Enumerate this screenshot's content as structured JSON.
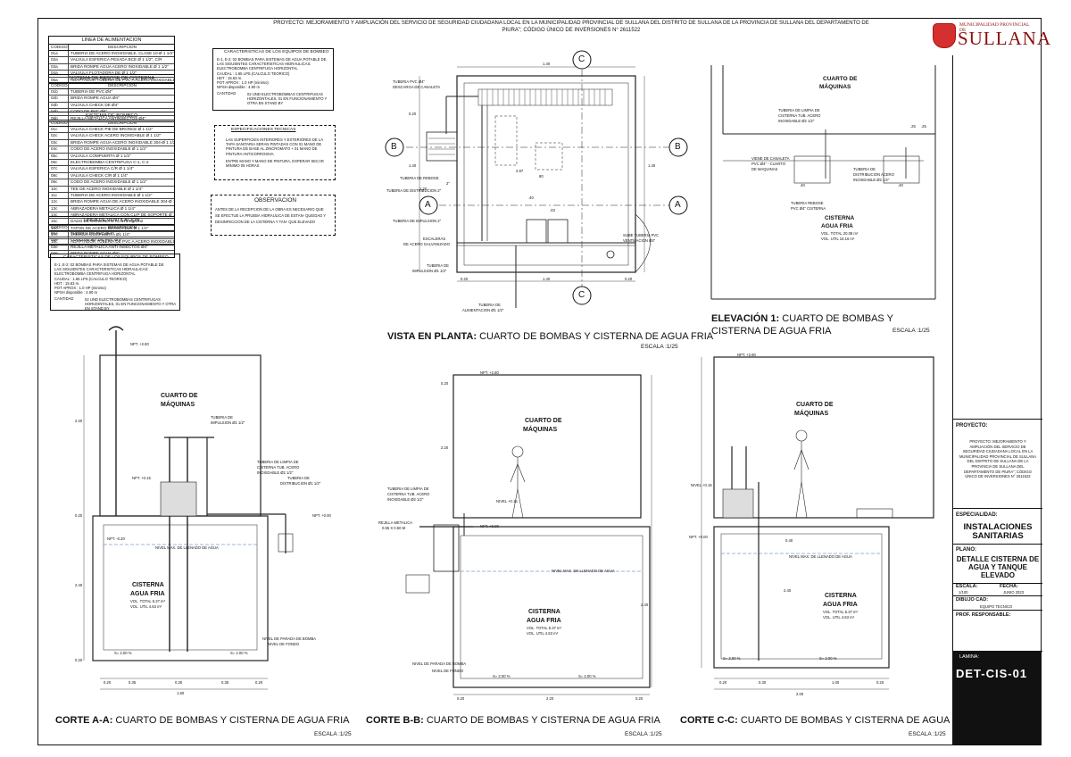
{
  "header": {
    "project_line": "PROYECTO: MEJORAMIENTO Y AMPLIACIÓN DEL SERVICIO DE SEGURIDAD CIUDADANA LOCAL EN LA MUNICIPALIDAD PROVINCIAL DE SULLANA DEL DISTRITO DE SULLANA DE LA PROVINCIA DE SULLANA DEL DEPARTAMENTO DE PIURA\"; CÓDIGO ÚNICO DE INVERSIONES N° 2611522"
  },
  "logo": {
    "muni": "MUNICIPALIDAD PROVINCIAL DE",
    "name": "SULLANA"
  },
  "tables": {
    "alimentacion": {
      "title": "LINEA DE ALIMENTACION",
      "col_code": "CODIGO",
      "col_desc": "DESCRIPCION",
      "rows": [
        [
          "01a",
          "TUBERIA DE ACERO INOXIDABLE, CLASE 10-Ø 1 1/2\""
        ],
        [
          "02a",
          "VALVULA ESFERICA PESADA BCE Ø 1 1/2\", C/R"
        ],
        [
          "03a",
          "BRIDA ROMPE AGUA ACERO INOXIDABLE Ø 1 1/2\""
        ],
        [
          "04a",
          "VALVULA FLOTADORA DE   Ø 1 1/2\""
        ],
        [
          "05a",
          "ADAPTADOR TUBERIA DE PVC A ACERO INOXIDABLE Ø1 1/2\""
        ]
      ]
    },
    "rebose": {
      "title": "SISTEMA DE REBOSE DE CISTERNA",
      "col_code": "CODIGO",
      "col_desc": "DESCRIPCION",
      "rows": [
        [
          "01b",
          "TUBERIA DE PVC Ø4\""
        ],
        [
          "02b",
          "BRIDA ROMPE AGUA Ø4\""
        ],
        [
          "03b",
          "VALVULA CHECK DE Ø4\""
        ],
        [
          "04b",
          "CODO DE PVC Ø4\""
        ],
        [
          "05b",
          "REJILLA METALICA ANTINSECTOS Ø4\""
        ]
      ]
    },
    "bombeo": {
      "title": "SISTEMA DE BOMBEO",
      "col_code": "CODIGO",
      "col_desc": "DESCRIPCION",
      "rows": [
        [
          "01c",
          "VALVULA CHECK PIE DE BRONCE Ø 1 1/2\""
        ],
        [
          "02c",
          "VALVULA CHECK ACERO INOXIDABLE Ø 1 1/2\""
        ],
        [
          "03c",
          "BRIDA ROMPE AGUA ACERO INOXIDABLE 304-Ø 1 1/2\""
        ],
        [
          "04c",
          "CODO DE ACERO INOXIDABLE Ø 1 1/2\""
        ],
        [
          "05c",
          "VALVULA COMPUERTA Ø 1 1/2\""
        ],
        [
          "06c",
          "ELECTROBOMBA CENTRIFUGA C-1, C-2"
        ],
        [
          "07c",
          "VALVULA ESFERICA C/R Ø 1 1/4\""
        ],
        [
          "08c",
          "VALVULA CHECK C/R Ø 1 1/4\""
        ],
        [
          "09c",
          "CODO DE ACERO INOXIDABLE Ø 1 1/2\""
        ],
        [
          "10c",
          "TEE DE ACERO INOXIDABLE Ø 1 1/4\""
        ],
        [
          "11c",
          "TUBERIA DE ACERO INOXIDABLE Ø 1 1/2\""
        ],
        [
          "12c",
          "BRIDA ROMPE AGUA DE ACERO INOXIDABLE 304-Ø 1 1/2\""
        ],
        [
          "13c",
          "ABRAZADERA METALICA Ø 1 1/4\""
        ],
        [
          "14c",
          "ABRAZADERA METALICA CON CLIP DE SOPORTE Ø 1 1/4\""
        ],
        [
          "15c",
          "DADO DE CONCRETO  f'c=175 Kg/cm2"
        ],
        [
          "16c",
          "TAPON DE ACERO INOXIDABLE Ø 1 1/4\""
        ],
        [
          "17c",
          "VALVULA COMPUERTA Ø1 1/4\""
        ],
        [
          "18c",
          "ADAPTADOR TUBERIA DE PVC A ACERO INOXIDABLE Ø1 1/4\""
        ]
      ]
    },
    "ventilacion": {
      "title": "LINEA DE VENTILACION",
      "col_code": "CODIGO",
      "col_desc": "DESCRIPCION",
      "rows": [
        [
          "01e",
          "TUBERIA DE PVC Ø 4\""
        ],
        [
          "02e",
          "CODO DE 90° DE PVC Ø 4\""
        ],
        [
          "03e",
          "REJILLA METALICA ANTI INSECTOS Ø4\""
        ],
        [
          "04e",
          "BRIDA ROMPE AGUA Ø4\""
        ]
      ]
    }
  },
  "equipos": {
    "title": "CARACTERISTICAS DE LOS EQUIPOS DE BOMBEO",
    "lines": [
      "E-1, E-2: 02 BOMBAS PARA SISTEMAS DE AGUA POTABLE DE",
      "LAS SIGUIENTES CARACTERISTICAS HIDRAULICAS:",
      "ELECTROBOMBA CENTRIFUGA HORIZONTAL",
      "CAUDAL      :   1.65 LPS.(CALCULO TEORICO)",
      "HDT            :   15.63 m.",
      "POT APROX  :   1.0 HP (minimo)",
      "NPSH disponible :   4.90 m"
    ],
    "cantidad_label": "CANTIDAD",
    "cantidad": "02 UND ELECTROBOMBAS CENTRIFUGAS HORIZONTALES, 01 EN FUNCIONAMIENTO Y OTRA EN STAND BY"
  },
  "especificaciones": {
    "title": "ESPECIFICACIONES TECNICAS",
    "items": [
      "LAS SUPERFICIES INTERIORES Y EXTERIORES DE LA TAPA SANITARIA SERAN PINTADAS CON 01 MANO DE PINTURA DE BASE AL ZINCROMATO + 01 MANO DE PINTURA ANTICORROSIVA.",
      "ENTRE MANO Y MANO DE PINTURA, ESPERAR SECAR MINIMO 06 HORAS"
    ]
  },
  "observacion": {
    "title": "OBSERVACION",
    "text": "ANTES DE LA RECEPCION DE LA OBRA ES NECESARIO QUE SE EFECTUE LA PRUEBA HIDRAULICA DE ESTAN- QUEIDAD Y DESINFECCION DE LA CISTERNA Y TAN- QUE ELEVADO"
  },
  "plan": {
    "title_bold": "VISTA EN PLANTA:",
    "title_rest": " CUARTO DE BOMBAS Y CISTERNA DE AGUA FRIA",
    "scale": "ESCALA :1/25",
    "markers": {
      "A": "A",
      "B": "B",
      "C": "C"
    },
    "labels": {
      "pvc_canaleta": "TUBERIA PVC Ø4\"",
      "pvc_canaleta2": "DESCARGA DE CANALETA",
      "rebose": "TUBERIA DE REBOSE",
      "rebose2": "2\"",
      "distribucion": "TUBERIA DE DISTRIBUCION 2\"",
      "impulsion": "TUBERIA DE IMPULSION 2\"",
      "escaleras": "ESCALERAS",
      "escaleras2": "DE ACERO GALVANIZADO",
      "impulsion_b": "TUBERIA DE",
      "impulsion_b2": "IMPULSION Ø1 1/2\"",
      "alimentacion": "TUBERIA DE",
      "alimentacion2": "ALIMENTACION Ø1 1/2\"",
      "ventilacion": "SUBE TUBERIA PVC",
      "ventilacion2": "VENTILACION  Ø4\""
    },
    "dims": {
      "top": "1.40",
      "right_1": "1.40",
      "left_1": "0.20",
      "left_2": "1.40",
      "bottom_1": "0.20",
      "bottom_2": "1.40",
      "bottom_3": "0.20",
      "d1": "2.97",
      "d2": "80",
      "d3": "1.20",
      "d4": ".40",
      "d5": ".03"
    }
  },
  "elevation": {
    "title_bold": "ELEVACIÓN 1:",
    "title_rest": " CUARTO DE BOMBAS Y",
    "title_line2": "CISTERNA DE AGUA FRIA",
    "scale": "ESCALA :1/25",
    "room": "CUARTO DE",
    "room2": "MÁQUINAS",
    "limpia": "TUBERIA DE LIMPIA DE",
    "limpia2": "CISTERNA TUB. ACERO",
    "limpia3": "INOXIDABLE Ø2 1/2\"",
    "canaleta": "VIENE DE CANALETA",
    "canaleta2": "PVC Ø4\" - CUARTO",
    "canaleta3": "DE MAQUINAS",
    "distribucion": "TUBERIA DE",
    "distribucion2": "DISTRIBUCION ACERO",
    "distribucion3": "INOXIDABLE Ø2 1/2\"",
    "rebose": "TUBERIA REBOSE",
    "rebose2": "PVC Ø4\" CISTERNA",
    "tank": "CISTERNA",
    "tank2": "AGUA FRIA",
    "vol1": "VOL. TOTAL  20.08 m³",
    "vol2": "VOL. UTIL  16.16 m³",
    "dims": {
      "a": ".40",
      "b": ".40",
      "c": ".25",
      "d": ".25"
    }
  },
  "section_a": {
    "title_bold": "CORTE A-A:",
    "title_rest": " CUARTO DE BOMBAS Y CISTERNA DE AGUA FRIA",
    "scale": "ESCALA :1/25",
    "room": "CUARTO DE",
    "room2": "MÁQUINAS",
    "impulsion": "TUBERIA DE",
    "impulsion2": "IMPULSION  Ø1 1/2\"",
    "limpia": "TUBERIA DE LIMPIA DE",
    "limpia2": "CISTERNA TUB. ACERO",
    "limpia3": "INOXIDABLE Ø2 1/2\"",
    "distrib": "TUBERIA DE",
    "distrib2": "DISTRIBUCION  Ø1 1/2\"",
    "npt_top": "NPT. +2.80",
    "npt_mid": "NPT. +0.15",
    "npt_floor": "NPT. +0.00",
    "npt_low": "NPT. -0.20",
    "nivel_max": "NIVEL MAX. DE LLENADO DE AGUA",
    "nivel_parada": "NIVEL DE PARADA DE BOMBA",
    "nivel_fondo": "NIVEL DE FONDO",
    "tank": "CISTERNA",
    "tank2": "AGUA FRIA",
    "vol1": "VOL. TOTAL  5.37 m³",
    "vol2": "VOL. UTIL  4.63 m³",
    "slope": "S= 2.00 %",
    "dims": {
      "a": "2.20",
      "b": "0.20",
      "c": "2.40",
      "d": "0.20",
      "e": "0.20",
      "f": "0.35",
      "g": "0.30",
      "h": "0.35",
      "i": "0.20",
      "j": "1.80"
    }
  },
  "section_b": {
    "title_bold": "CORTE B-B:",
    "title_rest": " CUARTO DE BOMBAS Y CISTERNA DE AGUA FRIA",
    "scale": "ESCALA :1/25",
    "room": "CUARTO DE",
    "room2": "MÁQUINAS",
    "limpia": "TUBERIA DE LIMPIA DE",
    "limpia2": "CISTERNA TUB. ACERO",
    "limpia3": "INOXIDABLE Ø2 1/2\"",
    "rejilla": "REJILLA METALICA",
    "rejilla2": "0.55 X 0.50 M",
    "nivel_max": "NIVEL MAX. DE LLENADO DE AGUA",
    "tank": "CISTERNA",
    "tank2": "AGUA FRIA",
    "vol1": "VOL. TOTAL  5.37 m³",
    "vol2": "VOL. UTIL  4.63 m³",
    "nivel_parada": "NIVEL DE PARADA DE BOMBA",
    "nivel_fondo": "NIVEL DE FONDO",
    "slope": "S= 2.00 %",
    "npt_top": "NPT. +2.80",
    "npt_mid": "NIVEL +0.15",
    "npt_floor": "NPT. +0.00",
    "dims": {
      "a": "0.20",
      "b": "2.20",
      "c": "2.40",
      "d": "0.20",
      "e": "2.20",
      "f": "0.20"
    }
  },
  "section_c": {
    "title_bold": "CORTE C-C:",
    "title_rest": " CUARTO DE BOMBAS Y CISTERNA DE AGUA FRIA",
    "scale": "ESCALA :1/25",
    "room": "CUARTO DE",
    "room2": "MÁQUINAS",
    "nivel_max": "NIVEL MAX. DE LLENADO DE AGUA",
    "tank": "CISTERNA",
    "tank2": "AGUA FRIA",
    "vol1": "VOL. TOTAL  5.37 m³",
    "vol2": "VOL. UTIL  4.63 m³",
    "slope": "S= 2.00 %",
    "npt_top": "NPT. +2.80",
    "npt_mid": "NIVEL +0.15",
    "npt_floor": "NPT. +0.00",
    "dims": {
      "a": "0.20",
      "b": "0.30",
      "c": "1.00",
      "d": "0.20",
      "e": "2.00",
      "f": "0.40",
      "g": "2.40"
    }
  },
  "titleblock": {
    "proyecto_label": "PROYECTO:",
    "proyecto_text": "PROYECTO: MEJORAMIENTO Y AMPLIACIÓN DEL SERVICIO DE SEGURIDAD CIUDADANA LOCAL EN LA MUNICIPALIDAD PROVINCIAL DE SULLANA DEL DISTRITO DE SULLANA DE LA PROVINCIA DE SULLANA DEL DEPARTAMENTO DE PIURA\"; CÓDIGO ÚNICO DE INVERSIONES N° 2611522",
    "especialidad_label": "ESPECIALIDAD:",
    "especialidad": "INSTALACIONES SANITARIAS",
    "plano_label": "PLANO:",
    "plano": "DETALLE CISTERNA DE AGUA Y TANQUE ELEVADO",
    "escala_label": "ESCALA:",
    "escala": "1/100",
    "fecha_label": "FECHA:",
    "fecha": "JUNIO 2023",
    "dibujo_label": "DIBUJO CAD:",
    "dibujo": "EQUIPO TECNICO",
    "prof_label": "PROF. RESPONSABLE:",
    "lamina_label": "LAMINA:",
    "lamina": "DET-CIS-01"
  }
}
